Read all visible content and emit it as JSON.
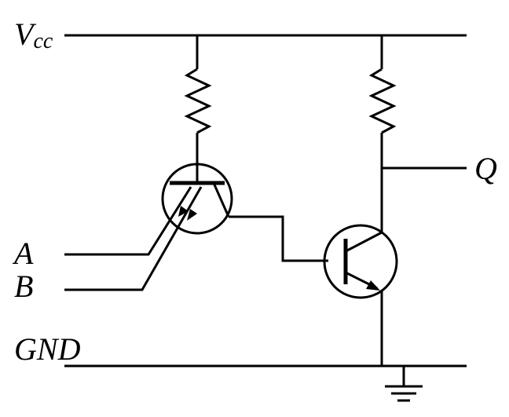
{
  "labels": {
    "vcc_main": "V",
    "vcc_sub": "cc",
    "input_a": "A",
    "input_b": "B",
    "output_q": "Q",
    "ground": "GND"
  }
}
